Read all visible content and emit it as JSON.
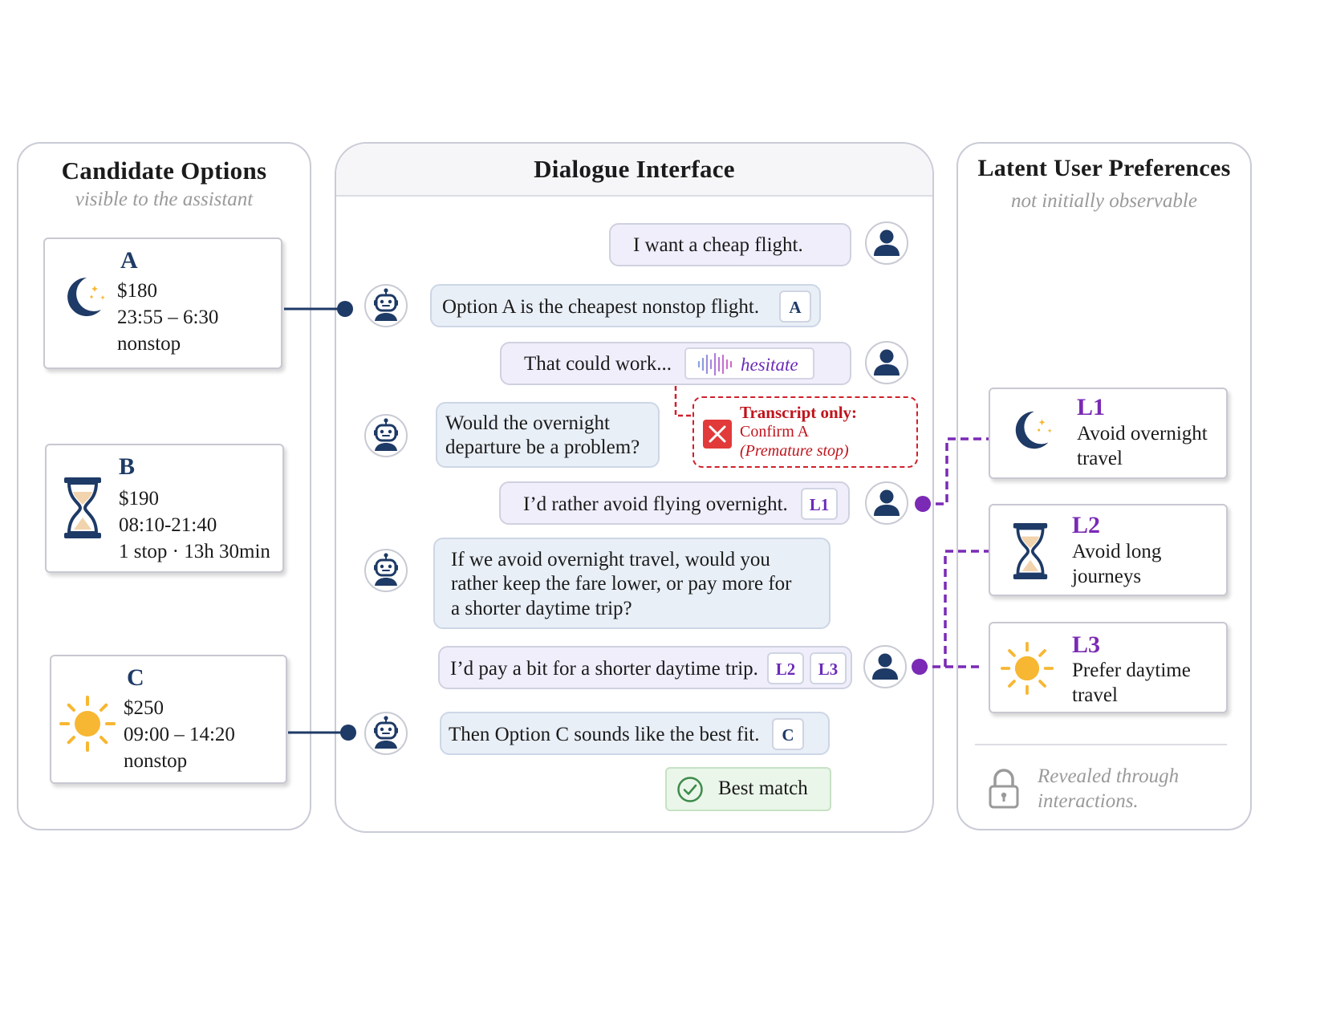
{
  "left_panel": {
    "title": "Candidate Options",
    "subtitle": "visible to the assistant",
    "options": [
      {
        "letter": "A",
        "price": "$180",
        "time": "23:55 – 6:30",
        "stops": "nonstop",
        "icon": "moon-icon"
      },
      {
        "letter": "B",
        "price": "$190",
        "time": "08:10-21:40",
        "stops": "1 stop · 13h 30min",
        "icon": "hourglass-icon"
      },
      {
        "letter": "C",
        "price": "$250",
        "time": "09:00 – 14:20",
        "stops": "nonstop",
        "icon": "sun-icon"
      }
    ]
  },
  "center_panel": {
    "title": "Dialogue Interface",
    "messages": [
      {
        "role": "user",
        "text": "I want a cheap flight."
      },
      {
        "role": "assistant",
        "text": "Option A is the cheapest nonstop flight.",
        "tags": [
          "A"
        ]
      },
      {
        "role": "user",
        "text": "That could work...",
        "audio_tag": "hesitate"
      },
      {
        "role": "assistant",
        "text_lines": [
          "Would the overnight",
          "departure be a problem?"
        ]
      },
      {
        "role": "user",
        "text": "I’d rather avoid flying overnight.",
        "tags": [
          "L1"
        ]
      },
      {
        "role": "assistant",
        "text_lines": [
          "If we avoid overnight travel, would you",
          "rather keep the fare lower, or pay more for",
          "a shorter daytime trip?"
        ]
      },
      {
        "role": "user",
        "text": "I’d pay a bit for a shorter daytime trip.",
        "tags": [
          "L2",
          "L3"
        ]
      },
      {
        "role": "assistant",
        "text": "Then Option C sounds like the best fit.",
        "tags": [
          "C"
        ]
      }
    ],
    "transcript_note": {
      "title": "Transcript only:",
      "line1": "Confirm A",
      "line2": "(Premature stop)"
    },
    "best_match": "Best match"
  },
  "right_panel": {
    "title": "Latent User Preferences",
    "subtitle": "not initially observable",
    "preferences": [
      {
        "label": "L1",
        "lines": [
          "Avoid overnight",
          "travel"
        ],
        "icon": "moon-icon"
      },
      {
        "label": "L2",
        "lines": [
          "Avoid long",
          "journeys"
        ],
        "icon": "hourglass-icon"
      },
      {
        "label": "L3",
        "lines": [
          "Prefer daytime",
          "travel"
        ],
        "icon": "sun-icon"
      }
    ],
    "footer_lines": [
      "Revealed through",
      "interactions."
    ],
    "footer_icon": "lock-icon"
  },
  "colors": {
    "navy": "#1e3a66",
    "purple": "#7a2ab5",
    "red": "#d0202a",
    "green": "#3d8b4a",
    "sun": "#f7b733",
    "panel_border": "#c9cbd6"
  }
}
